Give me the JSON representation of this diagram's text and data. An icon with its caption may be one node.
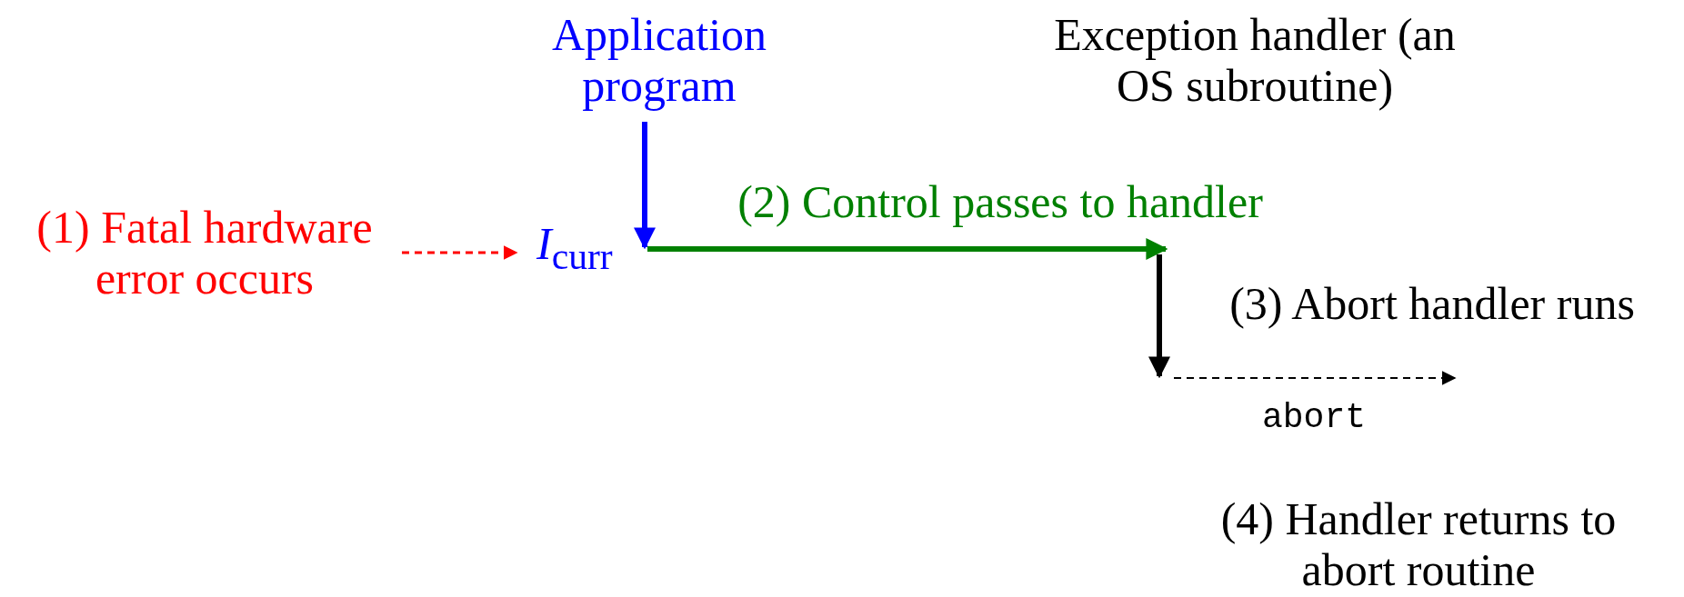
{
  "diagram": {
    "nodes": [
      {
        "text": [
          "(1) Fatal hardware error occurs"
        ]
      },
      {
        "text": [
          "*I*$_{curr}$"
        ]
      },
      {
        "text": [
          "Application program"
        ]
      },
      {
        "text": [
          "Exception handler (an OS subroutine)"
        ]
      }
    ],
    "edges": [
      {
        "from": 0,
        "to": 1,
        "arrow": "to",
        "style": "dashed",
        "color": "#ff0000"
      },
      {
        "from": 2,
        "to": 1,
        "arrow": "to",
        "color": "#0000ff"
      },
      {
        "from": 1,
        "to": 3,
        "arrow": "to",
        "color": "#008000",
        "label": "(2) Control passes to handler"
      }
    ],
    "labels": [
      "(3) Abort handler runs",
      "abort",
      "(4) Handler returns to abort routine"
    ]
  }
}
